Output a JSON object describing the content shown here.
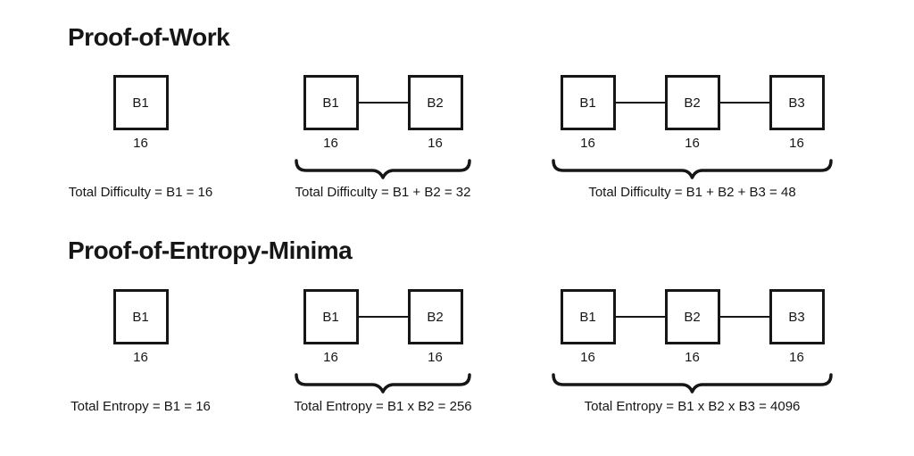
{
  "colors": {
    "ink": "#161616",
    "background": "#ffffff"
  },
  "sections": [
    {
      "id": "proof-of-work",
      "title": "Proof-of-Work",
      "groups": [
        {
          "blocks": [
            {
              "label": "B1",
              "value": "16"
            }
          ],
          "formula": "Total Difficulty = B1 = 16"
        },
        {
          "blocks": [
            {
              "label": "B1",
              "value": "16"
            },
            {
              "label": "B2",
              "value": "16"
            }
          ],
          "formula": "Total Difficulty = B1 + B2 = 32"
        },
        {
          "blocks": [
            {
              "label": "B1",
              "value": "16"
            },
            {
              "label": "B2",
              "value": "16"
            },
            {
              "label": "B3",
              "value": "16"
            }
          ],
          "formula": "Total Difficulty = B1 + B2 + B3 = 48"
        }
      ]
    },
    {
      "id": "proof-of-entropy-minima",
      "title": "Proof-of-Entropy-Minima",
      "groups": [
        {
          "blocks": [
            {
              "label": "B1",
              "value": "16"
            }
          ],
          "formula": "Total Entropy = B1 = 16"
        },
        {
          "blocks": [
            {
              "label": "B1",
              "value": "16"
            },
            {
              "label": "B2",
              "value": "16"
            }
          ],
          "formula": "Total Entropy = B1 x B2 = 256"
        },
        {
          "blocks": [
            {
              "label": "B1",
              "value": "16"
            },
            {
              "label": "B2",
              "value": "16"
            },
            {
              "label": "B3",
              "value": "16"
            }
          ],
          "formula": "Total Entropy = B1 x B2 x B3 = 4096"
        }
      ]
    }
  ]
}
